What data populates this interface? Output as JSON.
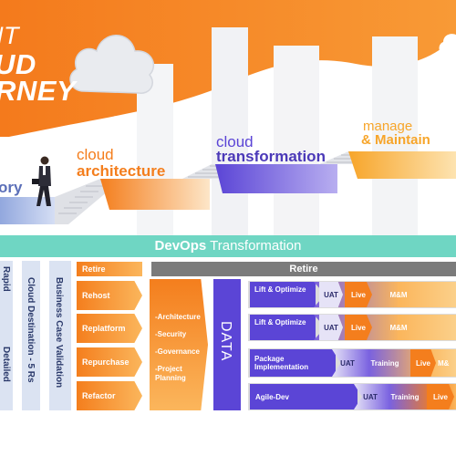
{
  "header": {
    "line1": "NT",
    "line2": "UD",
    "line3": "RNEY"
  },
  "journey": {
    "stage0_bot": "ory",
    "stage1_top": "cloud",
    "stage1_bot": "architecture",
    "stage2_top": "cloud",
    "stage2_bot": "transformation",
    "stage3_top": "manage",
    "stage3_bot": "& Maintain"
  },
  "devops": {
    "bold": "DevOps",
    "rest": "Transformation"
  },
  "left_columns": {
    "col1_top": "Rapid",
    "col1_bot": "Detailed",
    "col2": "Cloud Destination - 5 Rs",
    "col3": "Business Case Validation"
  },
  "rs": [
    "Retire",
    "Rehost",
    "Replatform",
    "Repurchase",
    "Refactor"
  ],
  "plan": [
    "-Architecture",
    "-Security",
    "-Governance",
    "-Project Planning"
  ],
  "data_label": "DATA",
  "retire_bar": "Retire",
  "pipelines": [
    {
      "label": "Lift & Optimize",
      "steps": [
        "UAT",
        "Live",
        "M&M"
      ]
    },
    {
      "label": "Lift & Optimize",
      "steps": [
        "UAT",
        "Live",
        "M&M"
      ]
    },
    {
      "label": "Package Implementation",
      "steps": [
        "UAT",
        "Training",
        "Live",
        "M&"
      ]
    },
    {
      "label": "Agile-Dev",
      "steps": [
        "UAT",
        "Training",
        "Live"
      ]
    }
  ],
  "colors": {
    "orange": "#f47e1d",
    "purple": "#5b45d6",
    "teal": "#6fd6c3",
    "navy": "#2b3a6b"
  }
}
